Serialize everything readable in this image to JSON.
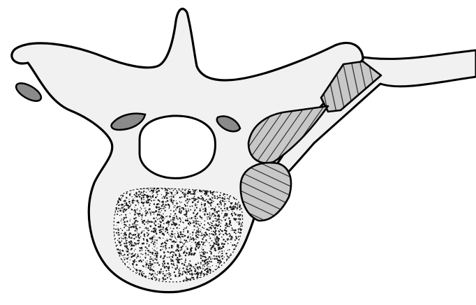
{
  "diagram": {
    "kind": "vertebra-illustration",
    "labels": [],
    "colors": {
      "outline": "#000000",
      "bone_fill": "#f1f1f1",
      "hatched_fill": "#c8c8c8",
      "facet_fill": "#8a8a8a",
      "stipple": "#1a1a1a",
      "background": "#ffffff"
    },
    "parts": [
      "vertebral-body",
      "vertebral-foramen",
      "spinous-process",
      "left-transverse-process",
      "right-transverse-process-with-rib",
      "rib-head",
      "rib-neck",
      "rib-tubercle"
    ]
  }
}
